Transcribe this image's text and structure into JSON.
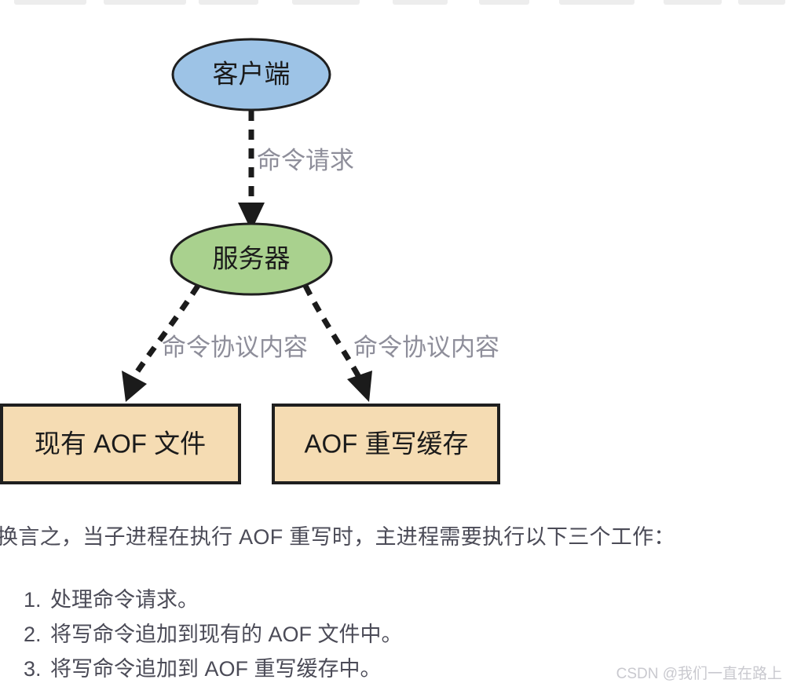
{
  "diagram": {
    "nodes": [
      {
        "id": "client",
        "label": "客户端",
        "shape": "ellipse",
        "fill": "#9DC3E6",
        "stroke": "#1f1f1f"
      },
      {
        "id": "server",
        "label": "服务器",
        "shape": "ellipse",
        "fill": "#A9D18E",
        "stroke": "#1f1f1f"
      },
      {
        "id": "aof-file",
        "label": "现有 AOF 文件",
        "shape": "rect",
        "fill": "#F5DCB3",
        "stroke": "#1f1f1f"
      },
      {
        "id": "aof-buf",
        "label": "AOF 重写缓存",
        "shape": "rect",
        "fill": "#F5DCB3",
        "stroke": "#1f1f1f"
      }
    ],
    "edges": [
      {
        "id": "client-to-server",
        "label": "命令请求",
        "style": "dashed",
        "arrow": "filled-triangle"
      },
      {
        "id": "server-to-aof-file",
        "label": "命令协议内容",
        "style": "dashed",
        "arrow": "filled-triangle"
      },
      {
        "id": "server-to-aof-buf",
        "label": "命令协议内容",
        "style": "dashed",
        "arrow": "filled-triangle"
      }
    ],
    "edge_label_color": "#8e8e9a"
  },
  "body": {
    "intro": "换言之，当子进程在执行 AOF 重写时，主进程需要执行以下三个工作：",
    "steps": [
      {
        "num": "1.",
        "text": "处理命令请求。"
      },
      {
        "num": "2.",
        "text": "将写命令追加到现有的 AOF 文件中。"
      },
      {
        "num": "3.",
        "text": "将写命令追加到 AOF 重写缓存中。"
      }
    ]
  },
  "watermark": {
    "text": "CSDN @我们一直在路上",
    "color": "#c9c9cf"
  }
}
